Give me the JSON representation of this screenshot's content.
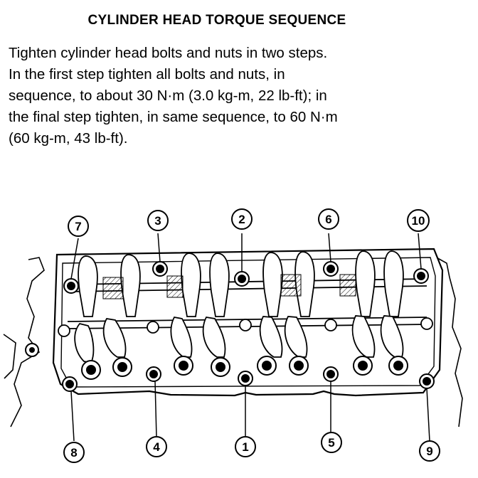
{
  "title": "CYLINDER HEAD TORQUE SEQUENCE",
  "instructions": [
    "Tighten cylinder head bolts and nuts in two steps.",
    "In the first step tighten all bolts and nuts, in",
    "sequence, to about 30 N·m (3.0 kg-m, 22 lb-ft); in",
    "the final step tighten, in same sequence, to 60 N·m",
    "(60 kg-m, 43 lb-ft)."
  ],
  "callouts": [
    "1",
    "2",
    "3",
    "4",
    "5",
    "6",
    "7",
    "8",
    "9",
    "10"
  ]
}
